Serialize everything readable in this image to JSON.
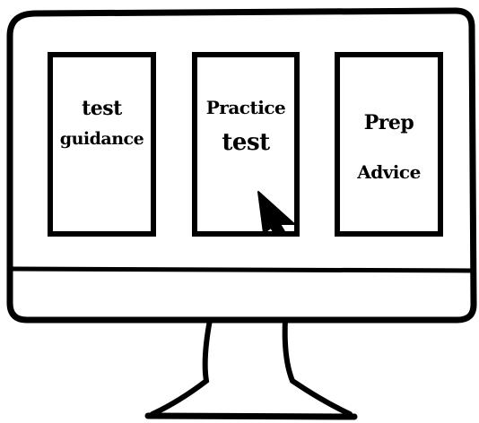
{
  "panels": [
    {
      "line1": "test",
      "line2": "guidance"
    },
    {
      "line1": "Practice",
      "line2": "test"
    },
    {
      "line1": "Prep",
      "line2": "Advice"
    }
  ],
  "icons": {
    "pointer": "mouse-pointer-icon"
  }
}
